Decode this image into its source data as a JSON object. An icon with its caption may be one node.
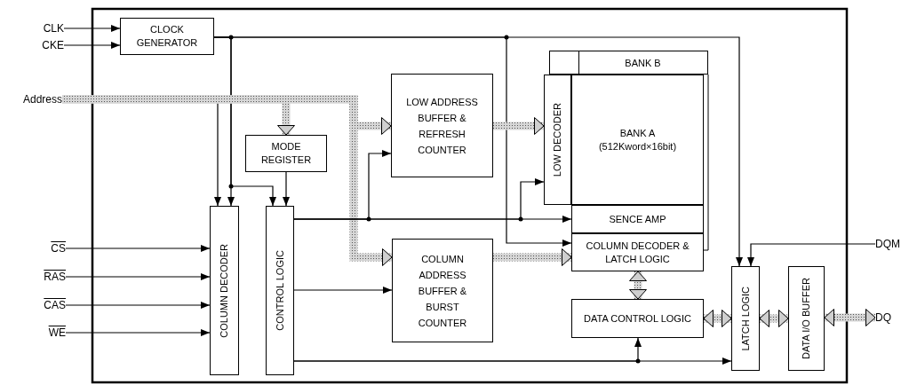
{
  "diagram": {
    "nodes": [
      {
        "text": [
          "CLK"
        ]
      },
      {
        "text": [
          "CKE"
        ]
      },
      {
        "text": [
          "Address"
        ]
      },
      {
        "text": [
          "CS"
        ]
      },
      {
        "text": [
          "RAS"
        ]
      },
      {
        "text": [
          "CAS"
        ]
      },
      {
        "text": [
          "WE"
        ]
      },
      {
        "text": [
          "DQM"
        ]
      },
      {
        "text": [
          "DQ"
        ]
      },
      {
        "text": [
          "CLOCK GENERATOR"
        ]
      },
      {
        "text": [
          "MODE REGISTER"
        ]
      },
      {
        "text": [
          "COLUMN DECODER"
        ]
      },
      {
        "text": [
          "CONTROL LOGIC"
        ]
      },
      {
        "text": [
          "LOW ADDRESS BUFFER & REFRESH COUNTER"
        ]
      },
      {
        "text": [
          "COLUMN ADDRESS BUFFER & BURST COUNTER"
        ]
      },
      {
        "text": [
          "BANK B"
        ]
      },
      {
        "text": [
          "LOW DECODER"
        ]
      },
      {
        "text": [
          "BANK A",
          "(512Kword×16bit)"
        ]
      },
      {
        "text": [
          "SENCE AMP"
        ]
      },
      {
        "text": [
          "COLUMN DECODER & LATCH LOGIC"
        ]
      },
      {
        "text": [
          "DATA CONTROL LOGIC"
        ]
      },
      {
        "text": [
          "LATCH LOGIC"
        ]
      },
      {
        "text": [
          "DATA I/O BUFFER"
        ]
      }
    ],
    "edges": [
      {
        "from": 0,
        "to": 9,
        "arrow": "to"
      },
      {
        "from": 1,
        "to": 9,
        "arrow": "to"
      },
      {
        "from": 9,
        "to": 11,
        "arrow": "to"
      },
      {
        "from": 9,
        "to": 12,
        "arrow": "to"
      },
      {
        "from": 9,
        "to": 19,
        "arrow": "to"
      },
      {
        "from": 9,
        "to": 21,
        "arrow": "to"
      },
      {
        "from": 2,
        "to": 11,
        "arrow": "to"
      },
      {
        "from": 2,
        "to": 10,
        "arrow": "to",
        "style": "thick"
      },
      {
        "from": 2,
        "to": 13,
        "arrow": "to",
        "style": "thick"
      },
      {
        "from": 2,
        "to": 14,
        "arrow": "to",
        "style": "thick"
      },
      {
        "from": 3,
        "to": 11,
        "arrow": "to"
      },
      {
        "from": 4,
        "to": 11,
        "arrow": "to"
      },
      {
        "from": 5,
        "to": 11,
        "arrow": "to"
      },
      {
        "from": 6,
        "to": 11,
        "arrow": "to"
      },
      {
        "from": 10,
        "to": 12,
        "arrow": "to"
      },
      {
        "from": 12,
        "to": 18,
        "arrow": "to"
      },
      {
        "from": 12,
        "to": 13,
        "arrow": "to"
      },
      {
        "from": 12,
        "to": 16,
        "arrow": "to"
      },
      {
        "from": 12,
        "to": 14,
        "arrow": "to"
      },
      {
        "from": 12,
        "to": 21,
        "arrow": "to"
      },
      {
        "from": 12,
        "to": 20,
        "arrow": "to"
      },
      {
        "from": 13,
        "to": 16,
        "arrow": "to",
        "style": "thick"
      },
      {
        "from": 14,
        "to": 19,
        "arrow": "to",
        "style": "thick"
      },
      {
        "from": 19,
        "to": 20,
        "arrow": "both",
        "style": "thick"
      },
      {
        "from": 20,
        "to": 21,
        "arrow": "both",
        "style": "thick"
      },
      {
        "from": 21,
        "to": 22,
        "arrow": "both",
        "style": "thick"
      },
      {
        "from": 22,
        "to": 8,
        "arrow": "both",
        "style": "thick"
      },
      {
        "from": 7,
        "to": 21,
        "arrow": "to"
      }
    ]
  }
}
